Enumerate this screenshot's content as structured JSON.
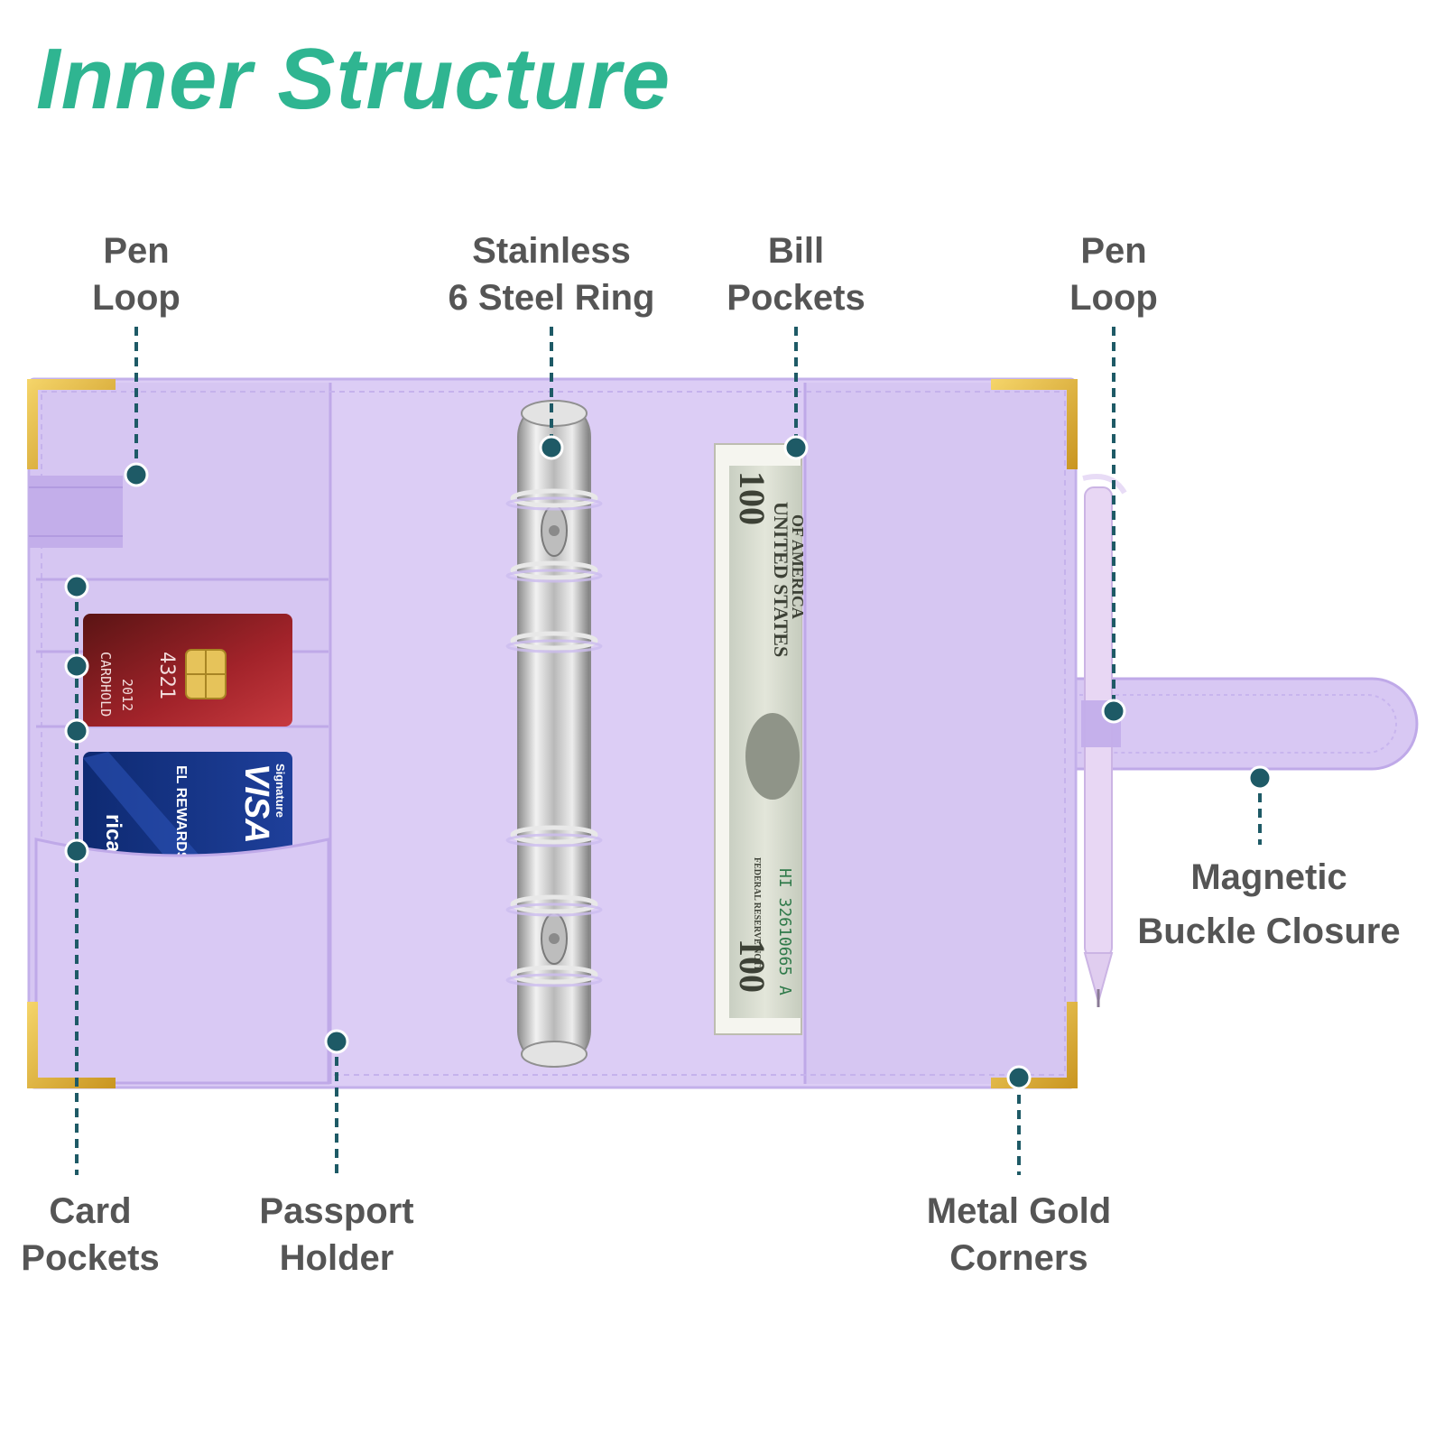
{
  "title": "Inner Structure",
  "colors": {
    "title": "#2fb591",
    "label_text": "#555555",
    "callout": "#1e5a66",
    "binder_purple": "#dccdf5",
    "binder_edge": "#c3b0ea",
    "gold": "#e2b83a"
  },
  "labels": {
    "pen_loop_left": [
      "Pen",
      "Loop"
    ],
    "steel_ring": [
      "Stainless",
      "6 Steel Ring"
    ],
    "bill_pockets": [
      "Bill",
      "Pockets"
    ],
    "pen_loop_right": [
      "Pen",
      "Loop"
    ],
    "magnetic_buckle": [
      "Magnetic",
      "Buckle Closure"
    ],
    "card_pockets": [
      "Card",
      "Pockets"
    ],
    "passport_holder": [
      "Passport",
      "Holder"
    ],
    "gold_corners": [
      "Metal Gold",
      "Corners"
    ]
  },
  "card_red": {
    "number": "4321 ",
    "year": "2012",
    "holder": "CARDHOLD"
  },
  "card_blue": {
    "brand": "VISA",
    "tier": "Signature",
    "program": "EL REWARDS",
    "bank": "rica"
  },
  "banknote": {
    "denomination": "100",
    "country": "UNITED STATES",
    "country_line2": "OF AMERICA",
    "serial": "HI 32610665 A",
    "series": "FEDERAL RESERVE NOTE"
  }
}
